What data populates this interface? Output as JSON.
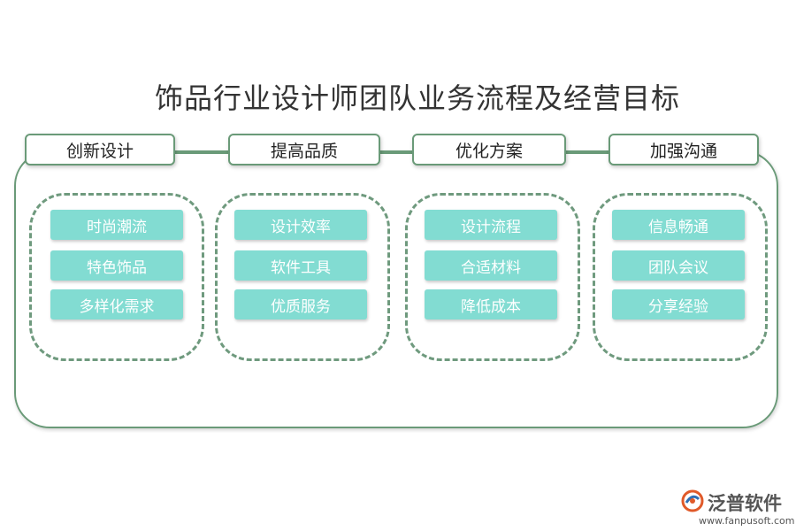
{
  "title": "饰品行业设计师团队业务流程及经营目标",
  "columns": [
    {
      "header": "创新设计",
      "items": [
        "时尚潮流",
        "特色饰品",
        "多样化需求"
      ]
    },
    {
      "header": "提高品质",
      "items": [
        "设计效率",
        "软件工具",
        "优质服务"
      ]
    },
    {
      "header": "优化方案",
      "items": [
        "设计流程",
        "合适材料",
        "降低成本"
      ]
    },
    {
      "header": "加强沟通",
      "items": [
        "信息畅通",
        "团队会议",
        "分享经验"
      ]
    }
  ],
  "logo": {
    "name": "泛普软件",
    "url": "www.fanpusoft.com"
  },
  "colors": {
    "border": "#6a9a78",
    "item_fill": "#82dcd2",
    "logo_accent": "#e05a2a"
  }
}
